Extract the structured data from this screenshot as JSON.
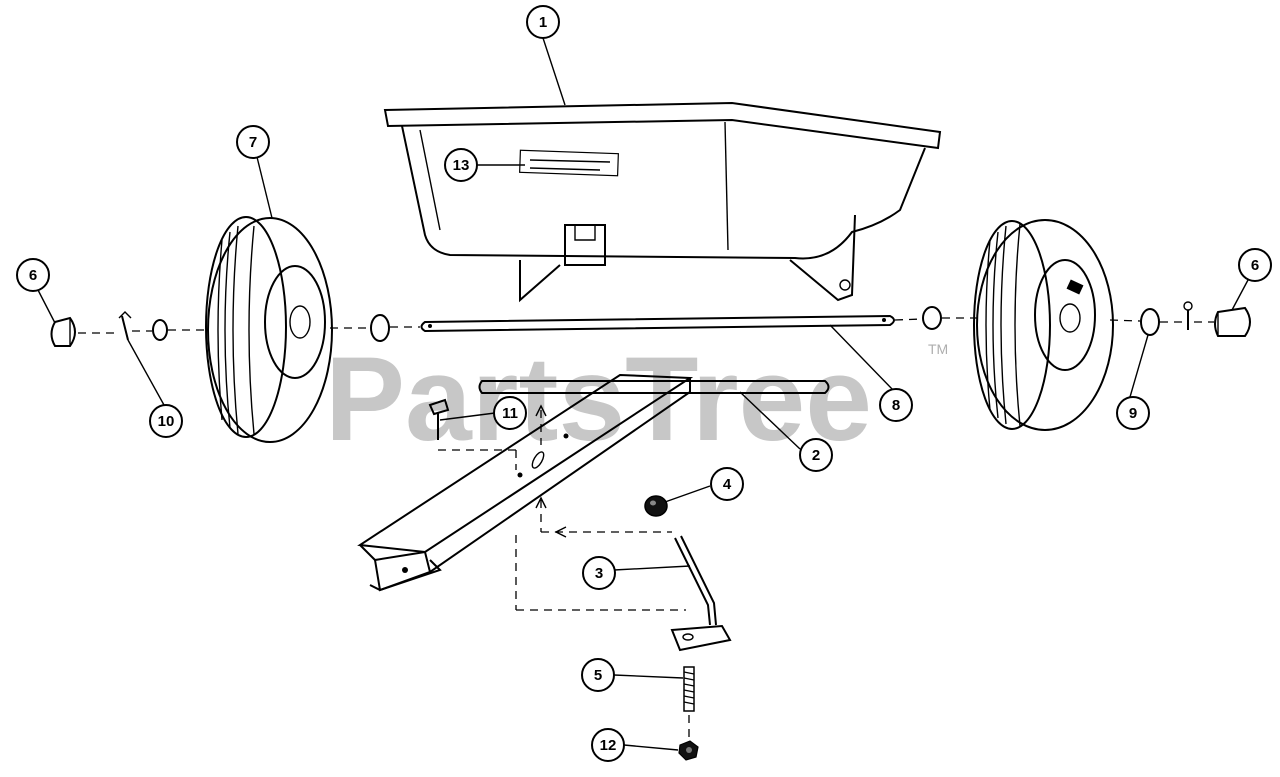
{
  "watermark": {
    "text": "PartsTree",
    "trademark": "TM"
  },
  "callouts": {
    "c1": "1",
    "c2": "2",
    "c3": "3",
    "c4": "4",
    "c5": "5",
    "c6_left": "6",
    "c6_right": "6",
    "c7": "7",
    "c8": "8",
    "c9": "9",
    "c10": "10",
    "c11": "11",
    "c12": "12",
    "c13": "13"
  }
}
